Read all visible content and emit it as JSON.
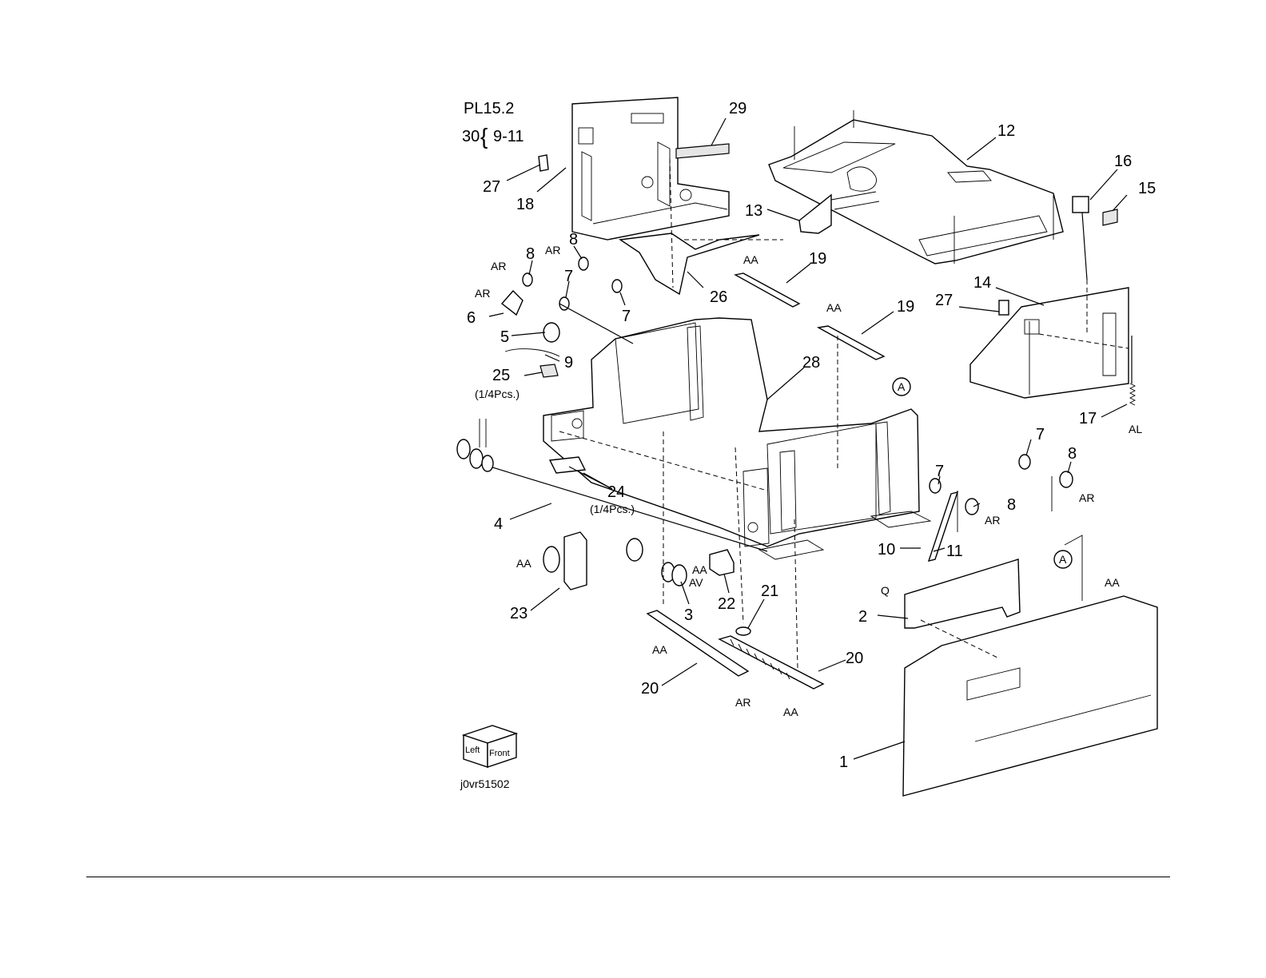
{
  "header": {
    "plate": "PL15.2",
    "kit_number": "30",
    "kit_range": "9-11"
  },
  "callouts": [
    {
      "id": "c29",
      "text": "29"
    },
    {
      "id": "c12",
      "text": "12"
    },
    {
      "id": "c16",
      "text": "16"
    },
    {
      "id": "c15",
      "text": "15"
    },
    {
      "id": "c27a",
      "text": "27"
    },
    {
      "id": "c18",
      "text": "18"
    },
    {
      "id": "c13",
      "text": "13"
    },
    {
      "id": "c8a",
      "text": "8"
    },
    {
      "id": "c8b",
      "text": "8"
    },
    {
      "id": "c7a",
      "text": "7"
    },
    {
      "id": "c7b",
      "text": "7"
    },
    {
      "id": "c6",
      "text": "6"
    },
    {
      "id": "c5",
      "text": "5"
    },
    {
      "id": "c9",
      "text": "9"
    },
    {
      "id": "c25",
      "text": "25"
    },
    {
      "id": "c26",
      "text": "26"
    },
    {
      "id": "c19a",
      "text": "19"
    },
    {
      "id": "c19b",
      "text": "19"
    },
    {
      "id": "c14",
      "text": "14"
    },
    {
      "id": "c27b",
      "text": "27"
    },
    {
      "id": "c28",
      "text": "28"
    },
    {
      "id": "c17",
      "text": "17"
    },
    {
      "id": "c24",
      "text": "24"
    },
    {
      "id": "c4",
      "text": "4"
    },
    {
      "id": "c7c",
      "text": "7"
    },
    {
      "id": "c7d",
      "text": "7"
    },
    {
      "id": "c8c",
      "text": "8"
    },
    {
      "id": "c8d",
      "text": "8"
    },
    {
      "id": "c10",
      "text": "10"
    },
    {
      "id": "c11",
      "text": "11"
    },
    {
      "id": "c23",
      "text": "23"
    },
    {
      "id": "c3",
      "text": "3"
    },
    {
      "id": "c22",
      "text": "22"
    },
    {
      "id": "c21",
      "text": "21"
    },
    {
      "id": "c2",
      "text": "2"
    },
    {
      "id": "c20a",
      "text": "20"
    },
    {
      "id": "c20b",
      "text": "20"
    },
    {
      "id": "c1",
      "text": "1"
    }
  ],
  "codes": [
    {
      "id": "ar1",
      "text": "AR"
    },
    {
      "id": "ar2",
      "text": "AR"
    },
    {
      "id": "ar3",
      "text": "AR"
    },
    {
      "id": "aa1",
      "text": "AA"
    },
    {
      "id": "aa2",
      "text": "AA"
    },
    {
      "id": "al",
      "text": "AL"
    },
    {
      "id": "ar4",
      "text": "AR"
    },
    {
      "id": "ar5",
      "text": "AR"
    },
    {
      "id": "aa3",
      "text": "AA"
    },
    {
      "id": "av",
      "text": "AV"
    },
    {
      "id": "aa4",
      "text": "AA"
    },
    {
      "id": "q",
      "text": "Q"
    },
    {
      "id": "aa5",
      "text": "AA"
    },
    {
      "id": "aa6",
      "text": "AA"
    },
    {
      "id": "ar6",
      "text": "AR"
    },
    {
      "id": "aa7",
      "text": "AA"
    }
  ],
  "notes": {
    "qty_25": "(1/4Pcs.)",
    "qty_24": "(1/4Pcs.)"
  },
  "markers": {
    "a1": "A",
    "a2": "A"
  },
  "orientation": {
    "left": "Left",
    "front": "Front"
  },
  "figure_id": "j0vr51502"
}
